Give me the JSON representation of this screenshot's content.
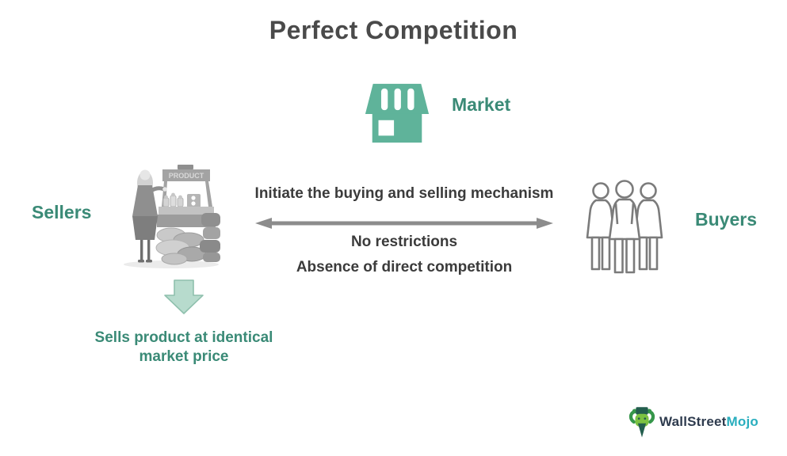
{
  "title": "Perfect Competition",
  "market": {
    "label": "Market"
  },
  "sellers": {
    "label": "Sellers",
    "stall_sign": "PRODUCT",
    "note": "Sells product at identical market price"
  },
  "buyers": {
    "label": "Buyers"
  },
  "relations": {
    "top": "Initiate the buying and selling mechanism",
    "middle": "No restrictions",
    "bottom": "Absence of direct competition"
  },
  "logo": {
    "part1": "WallStreet",
    "part2": "Mojo"
  },
  "colors": {
    "teal_icon": "#5fb39a",
    "teal_text": "#3a8a76",
    "title_gray": "#4a4a4a",
    "body_text": "#3b3b3b",
    "arrow_gray": "#8c8c8c",
    "down_arrow_fill": "#b7dbcd",
    "down_arrow_border": "#8fc0ad",
    "buyers_outline": "#7b7b7b",
    "logo_navy": "#2e3b4e",
    "logo_blue": "#29aebe",
    "logo_green": "#2f9e44"
  }
}
